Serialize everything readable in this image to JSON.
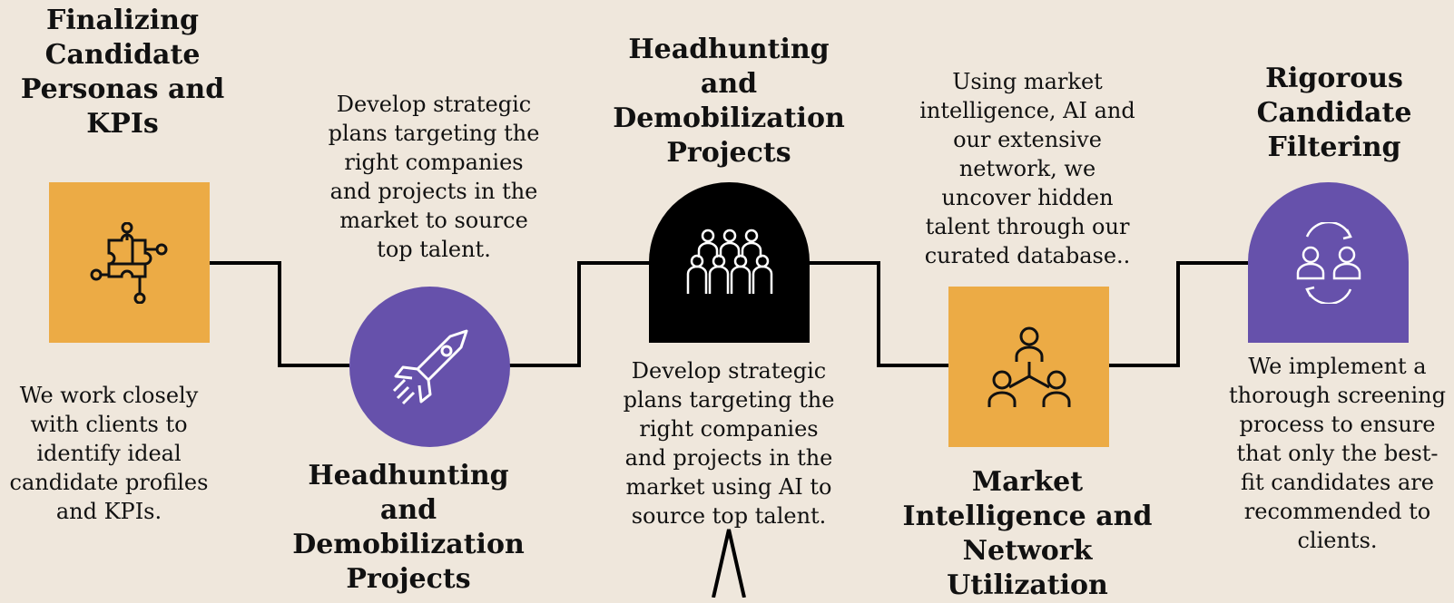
{
  "colors": {
    "background": "#efe7dc",
    "orange": "#ecab45",
    "purple": "#6651ab",
    "black": "#000000",
    "line": "#000000"
  },
  "steps": [
    {
      "title": "Finalizing\nCandidate\nPersonas and\nKPIs",
      "description": "We work closely\nwith clients to\nidentify ideal\ncandidate profiles\nand KPIs.",
      "shape": "square",
      "icon": "puzzle-icon"
    },
    {
      "title": "Headhunting\nand\nDemobilization\nProjects",
      "description": "Develop strategic\nplans targeting the\nright companies\nand projects in the\nmarket to source\ntop talent.",
      "shape": "circle",
      "icon": "rocket-icon"
    },
    {
      "title": "Headhunting\nand\nDemobilization\nProjects",
      "description": "Develop strategic\nplans targeting the\nright companies\nand projects in the\nmarket using AI to\nsource top talent.",
      "shape": "arch",
      "icon": "team-group-icon"
    },
    {
      "title": "Market\nIntelligence and\nNetwork\nUtilization",
      "description": "Using market\nintelligence, AI and\nour extensive\nnetwork, we\nuncover hidden\ntalent through our\ncurated database..",
      "shape": "square",
      "icon": "network-people-icon"
    },
    {
      "title": "Rigorous\nCandidate\nFiltering",
      "description": "We implement a\nthorough screening\nprocess to ensure\nthat only the best-\nfit candidates are\nrecommended to\nclients.",
      "shape": "arch",
      "icon": "candidate-exchange-icon"
    }
  ]
}
